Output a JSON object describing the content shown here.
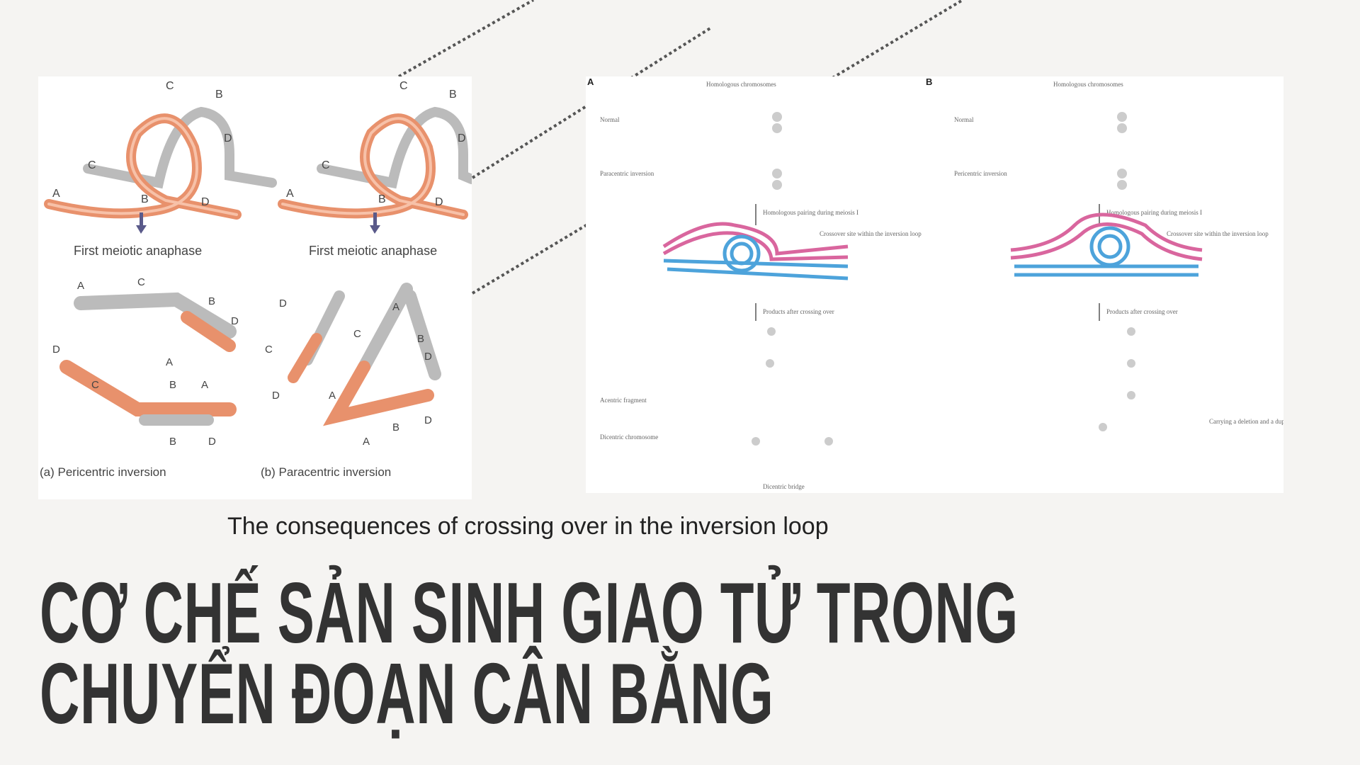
{
  "slide": {
    "caption": "The consequences of crossing over in the inversion loop",
    "title_line1": "CƠ CHẾ SẢN SINH GIAO TỬ TRONG",
    "title_line2": "CHUYỂN ĐOẠN CÂN BẰNG"
  },
  "figure_left": {
    "step_label_a": "First meiotic anaphase",
    "step_label_b": "First meiotic anaphase",
    "panel_a": "(a)  Pericentric inversion",
    "panel_b": "(b)  Paracentric inversion",
    "genes": [
      "A",
      "B",
      "C",
      "D"
    ]
  },
  "figure_right": {
    "panel_a_letter": "A",
    "panel_b_letter": "B",
    "heading": "Homologous chromosomes",
    "normal": "Normal",
    "paracentric": "Paracentric inversion",
    "pericentric": "Pericentric inversion",
    "pairing": "Homologous pairing during meiosis I",
    "crossover": "Crossover site within the inversion loop",
    "products": "Products after crossing over",
    "acentric": "Acentric fragment",
    "dicentric": "Dicentric chromosome",
    "bridge": "Dicentric bridge",
    "deldup": "Carrying a deletion and a duplication"
  },
  "colors": {
    "pink": "#d9669e",
    "blue": "#4da3db",
    "salmon": "#f0a07f",
    "gray": "#c8c8c8",
    "title": "#333333"
  }
}
